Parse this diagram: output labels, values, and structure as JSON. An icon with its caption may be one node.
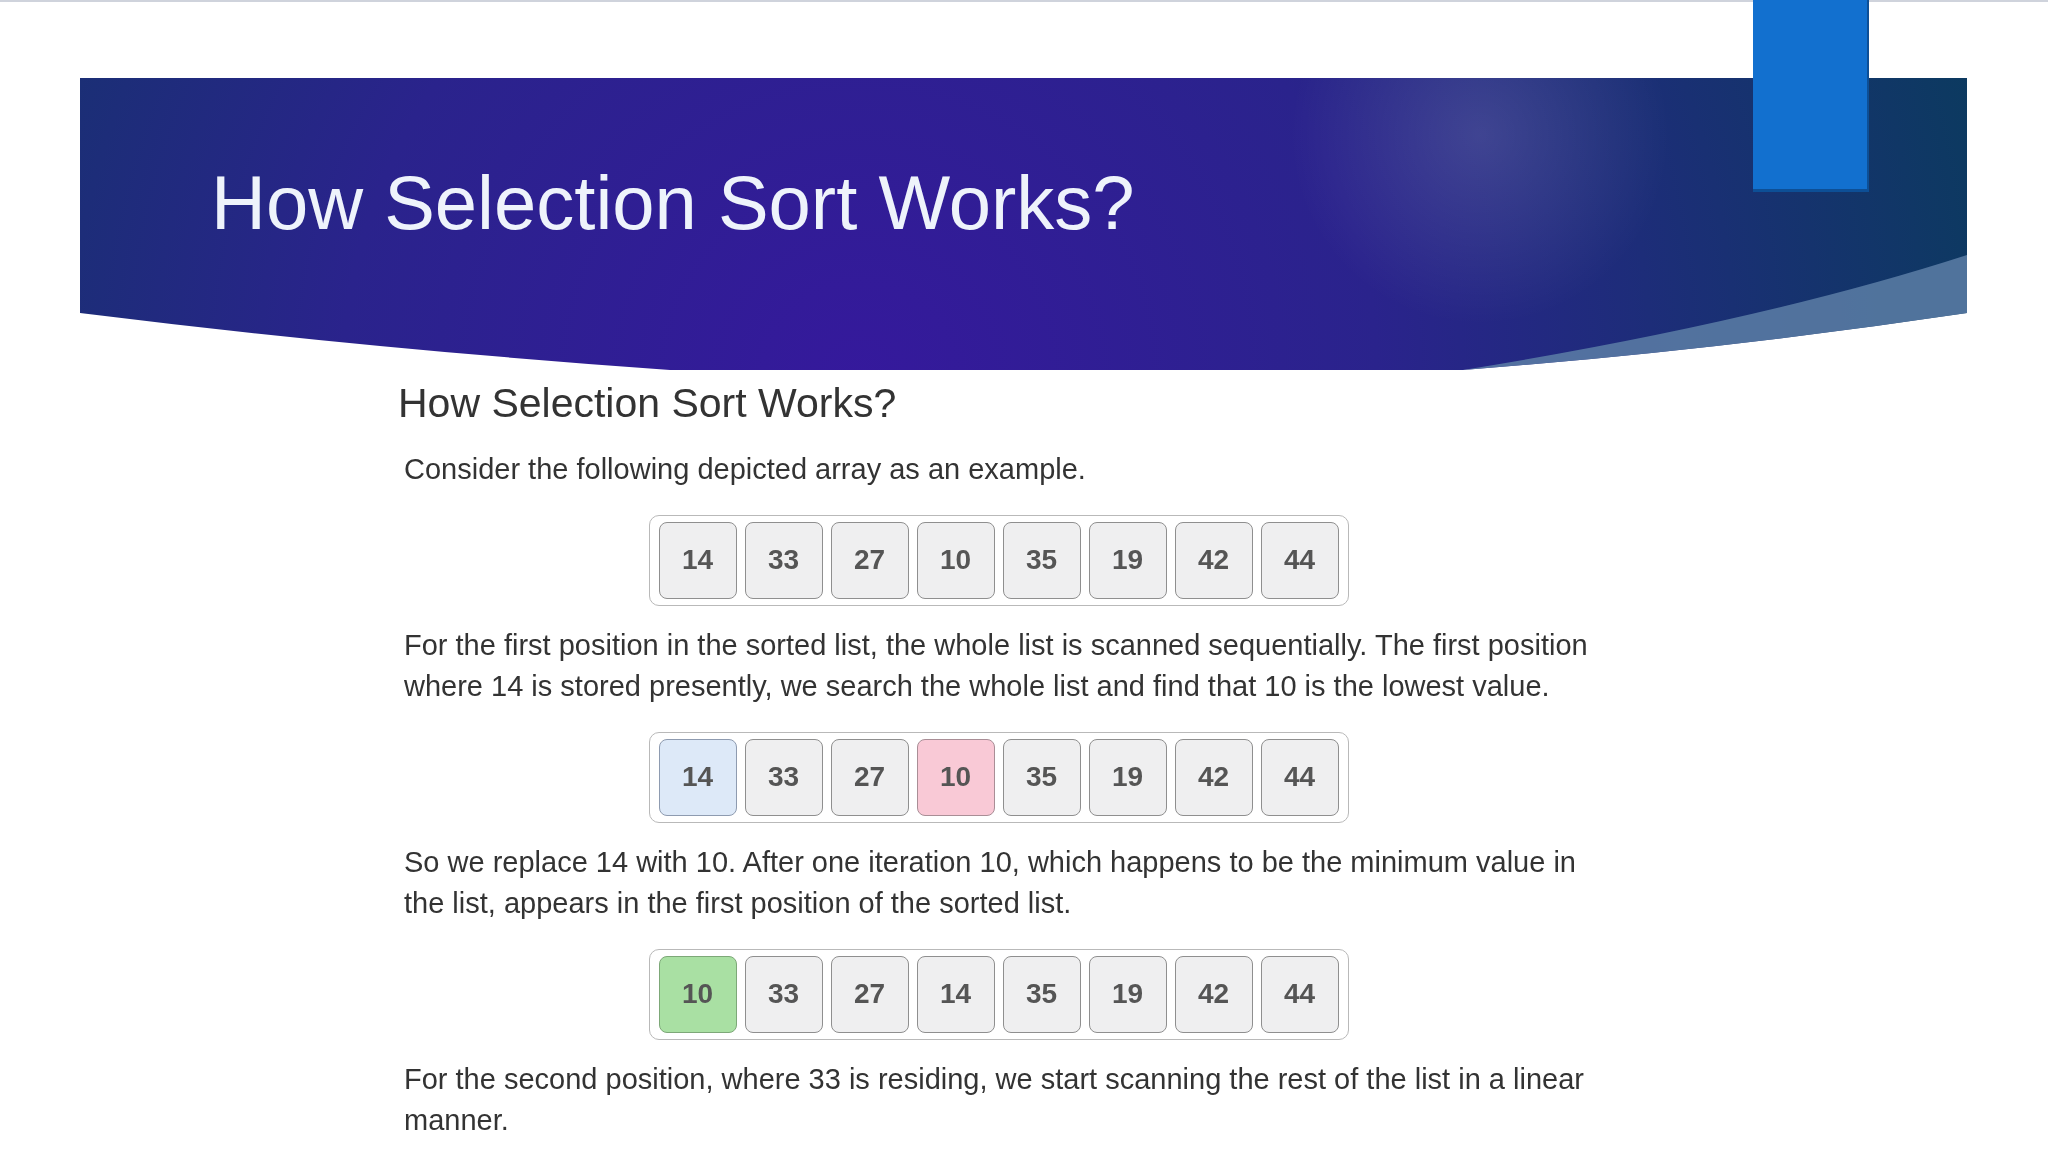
{
  "diagram": {
    "title": "How Selection Sort Works?",
    "nodes": [
      {
        "text": [],
        "shape": "box"
      },
      {
        "text": [
          "14"
        ],
        "in": 0
      },
      {
        "text": [
          "33"
        ],
        "in": 0
      },
      {
        "text": [
          "27"
        ],
        "in": 0
      },
      {
        "text": [
          "10"
        ],
        "in": 0
      },
      {
        "text": [
          "35"
        ],
        "in": 0
      },
      {
        "text": [
          "19"
        ],
        "in": 0
      },
      {
        "text": [
          "42"
        ],
        "in": 0
      },
      {
        "text": [
          "44"
        ],
        "in": 0
      },
      {
        "text": [],
        "shape": "box"
      },
      {
        "text": [
          "14"
        ],
        "in": 9
      },
      {
        "text": [
          "33"
        ],
        "in": 9
      },
      {
        "text": [
          "27"
        ],
        "in": 9
      },
      {
        "text": [
          "10"
        ],
        "in": 9
      },
      {
        "text": [
          "35"
        ],
        "in": 9
      },
      {
        "text": [
          "19"
        ],
        "in": 9
      },
      {
        "text": [
          "42"
        ],
        "in": 9
      },
      {
        "text": [
          "44"
        ],
        "in": 9
      },
      {
        "text": [],
        "shape": "box"
      },
      {
        "text": [
          "10"
        ],
        "in": 18
      },
      {
        "text": [
          "33"
        ],
        "in": 18
      },
      {
        "text": [
          "27"
        ],
        "in": 18
      },
      {
        "text": [
          "14"
        ],
        "in": 18
      },
      {
        "text": [
          "35"
        ],
        "in": 18
      },
      {
        "text": [
          "19"
        ],
        "in": 18
      },
      {
        "text": [
          "42"
        ],
        "in": 18
      },
      {
        "text": [
          "44"
        ],
        "in": 18
      }
    ],
    "labels": [
      "How Selection Sort Works?",
      "Consider the following depicted array as an example.",
      "For the first position in the sorted list, the whole list is scanned sequentially. The first position where 14 is stored presently, we search the whole list and find that 10 is the lowest value.",
      "So we replace 14 with 10. After one iteration 10, which happens to be the minimum value in the list, appears in the first position of the sorted list.",
      "For the second position, where 33 is residing, we start scanning the rest of the list in a linear manner."
    ]
  }
}
